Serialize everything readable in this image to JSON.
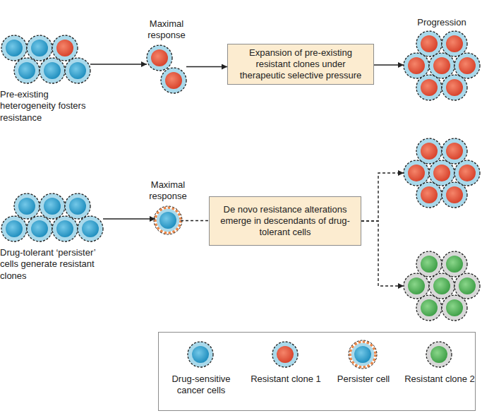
{
  "diagram": {
    "nodes": [
      {
        "text": [
          "Pre-existing heterogeneity fosters resistance"
        ]
      },
      {
        "text": [
          "Maximal response"
        ]
      },
      {
        "text": [
          "Expansion of pre-existing resistant clones under therapeutic selective pressure"
        ]
      },
      {
        "text": [
          "Progression"
        ]
      },
      {
        "text": [
          "Drug-tolerant ‘persister’ cells generate resistant clones"
        ]
      },
      {
        "text": [
          "Maximal response"
        ]
      },
      {
        "text": [
          "De novo resistance alterations emerge in descendants of drug-tolerant cells"
        ]
      },
      {
        "text": []
      },
      {
        "text": []
      }
    ],
    "edges": [
      {
        "from": 0,
        "to": 1,
        "arrow": "to"
      },
      {
        "from": 1,
        "to": 2,
        "arrow": "to"
      },
      {
        "from": 2,
        "to": 3,
        "arrow": "to"
      },
      {
        "from": 4,
        "to": 5,
        "arrow": "to"
      },
      {
        "from": 5,
        "to": 6,
        "arrow": "none"
      },
      {
        "from": 6,
        "to": 7,
        "arrow": "to"
      },
      {
        "from": 6,
        "to": 8,
        "arrow": "to"
      }
    ],
    "legend": [
      {
        "text": "Drug-sensitive cancer cells"
      },
      {
        "text": "Resistant clone 1"
      },
      {
        "text": "Persister cell"
      },
      {
        "text": "Resistant clone 2"
      }
    ]
  }
}
